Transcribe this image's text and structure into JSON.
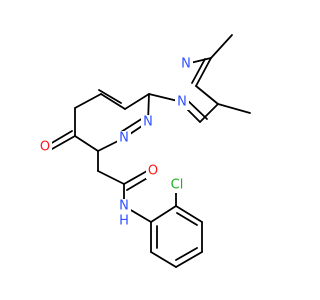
{
  "colors": {
    "carbon": "#000000",
    "nitrogen": "#2f50ff",
    "oxygen": "#ff1a1a",
    "chlorine": "#1fb11f",
    "background": "#ffffff"
  },
  "atoms": {
    "n_pyrazole_top": "N",
    "n_pyrazole_bottom": "N",
    "n_pyridazine_right": "N",
    "n_pyridazine_left": "N",
    "o_ring": "O",
    "o_amide": "O",
    "n_amide": "N",
    "h_amide": "H",
    "cl": "Cl"
  }
}
